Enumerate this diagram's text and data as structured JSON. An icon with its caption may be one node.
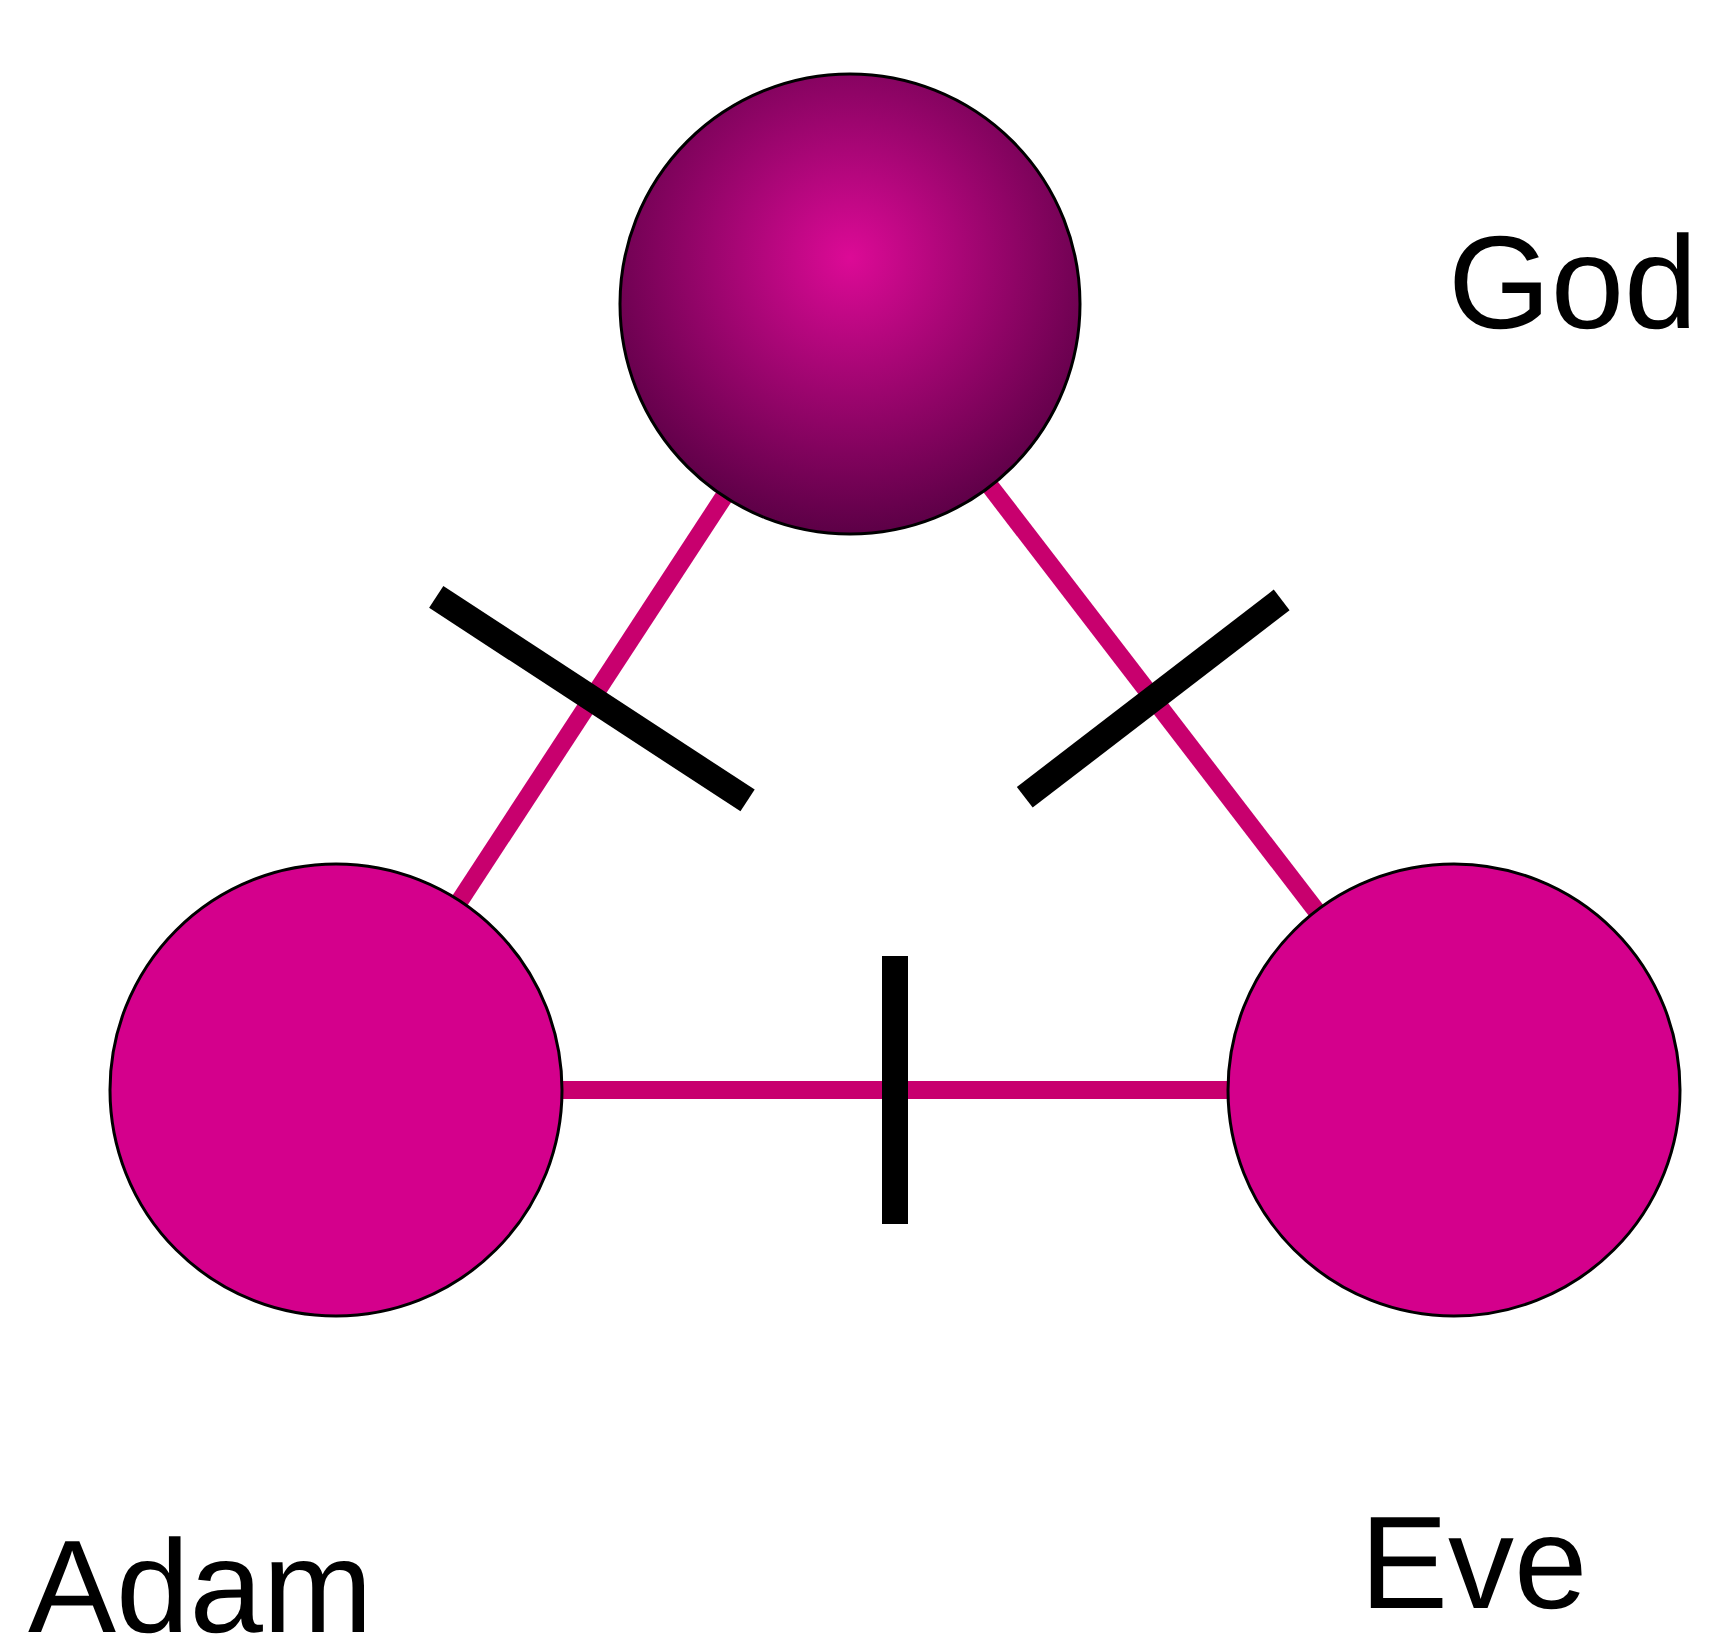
{
  "diagram": {
    "nodes": [
      {
        "text": [
          "God"
        ]
      },
      {
        "text": [
          "Adam"
        ]
      },
      {
        "text": [
          "Eve"
        ]
      }
    ],
    "edges": [
      {
        "from": 0,
        "to": 1,
        "arrow": "none"
      },
      {
        "from": 0,
        "to": 2,
        "arrow": "none"
      },
      {
        "from": 1,
        "to": 2,
        "arrow": "none"
      }
    ]
  }
}
